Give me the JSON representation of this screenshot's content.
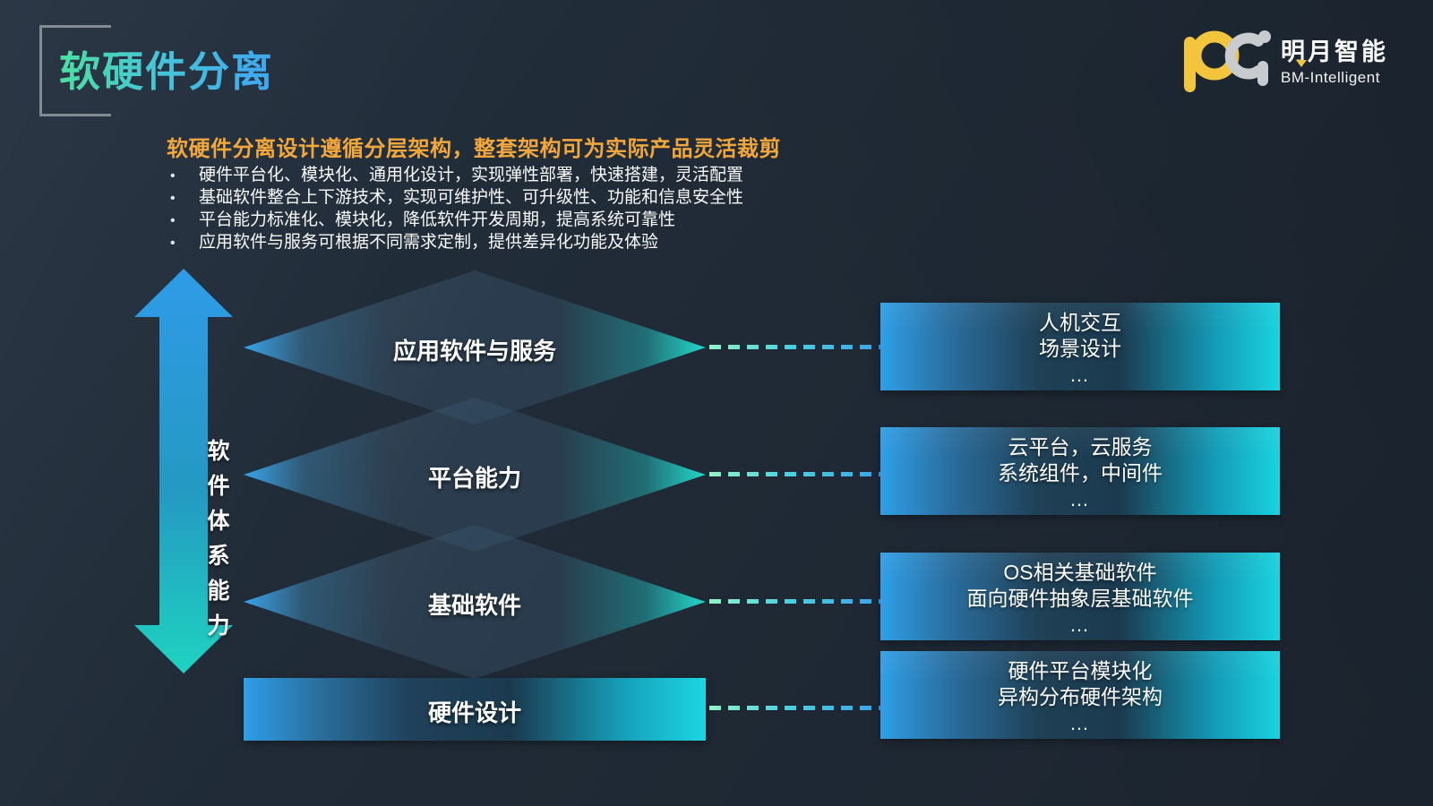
{
  "slide": {
    "title": "软硬件分离",
    "logo": {
      "name": "明月智能",
      "subtitle": "BM-Intelligent"
    },
    "intro": {
      "heading": "软硬件分离设计遵循分层架构，整套架构可为实际产品灵活裁剪",
      "bullets": [
        "硬件平台化、模块化、通用化设计，实现弹性部署，快速搭建，灵活配置",
        "基础软件整合上下游技术，实现可维护性、可升级性、功能和信息安全性",
        "平台能力标准化、模块化，降低软件开发周期，提高系统可靠性",
        "应用软件与服务可根据不同需求定制，提供差异化功能及体验"
      ]
    },
    "axis": {
      "label": "软件体系能力"
    },
    "software_layers": [
      {
        "label": "应用软件与服务",
        "details": [
          "人机交互",
          "场景设计",
          "…"
        ]
      },
      {
        "label": "平台能力",
        "details": [
          "云平台，云服务",
          "系统组件，中间件",
          "…"
        ]
      },
      {
        "label": "基础软件",
        "details": [
          "OS相关基础软件",
          "面向硬件抽象层基础软件",
          "…"
        ]
      }
    ],
    "hardware_layer": {
      "label": "硬件设计",
      "details": [
        "硬件平台模块化",
        "异构分布硬件架构",
        "…"
      ]
    },
    "colors": {
      "background": "#202B37",
      "title_gradient_start": "#4CE0A2",
      "title_gradient_end": "#3FA6F0",
      "heading_orange": "#F2A73B",
      "accent_blue": "#2F9FE8",
      "accent_teal": "#1FD6D2",
      "connector_mint": "#93F2C6",
      "logo_yellow": "#F2C53D",
      "logo_gray": "#C9CCCE",
      "bracket_gray": "#828B93"
    }
  }
}
